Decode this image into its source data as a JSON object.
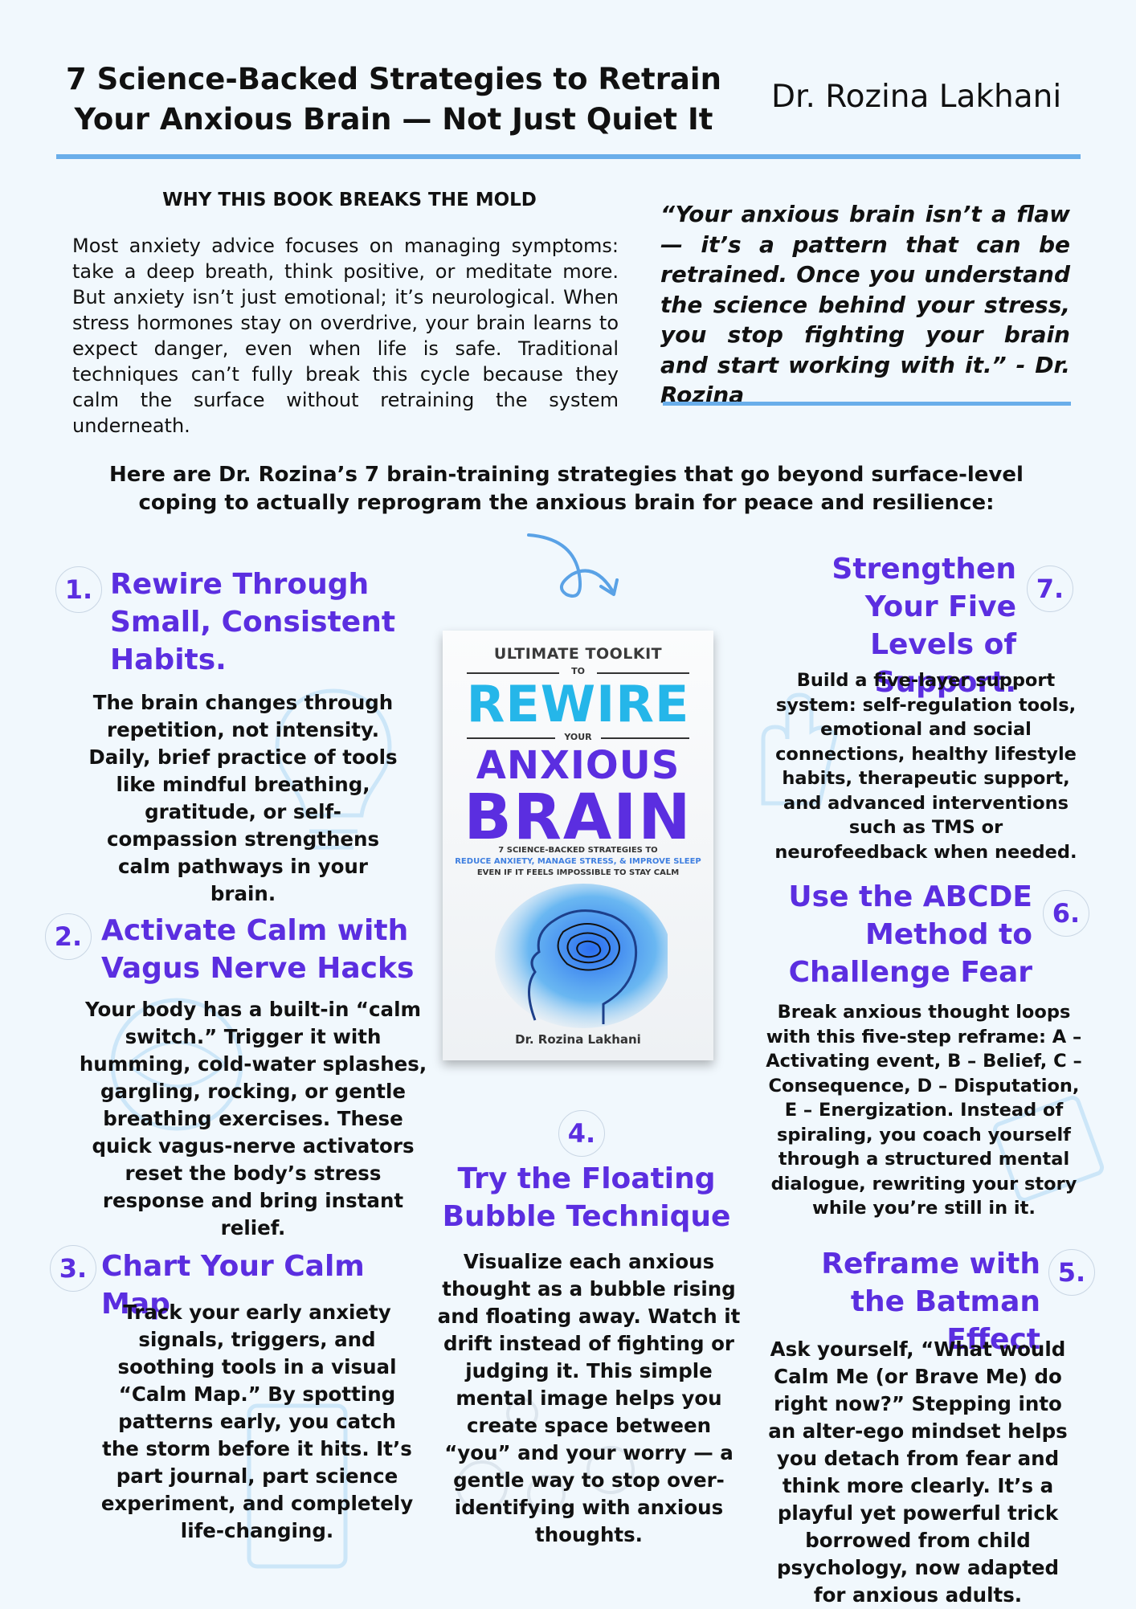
{
  "header": {
    "title": "7 Science-Backed Strategies to Retrain Your Anxious Brain — Not Just Quiet It",
    "author": "Dr. Rozina Lakhani"
  },
  "why": {
    "heading": "WHY THIS BOOK BREAKS THE MOLD",
    "body": "Most anxiety advice focuses on managing symptoms: take a deep breath, think positive, or meditate more. But anxiety isn’t just emotional; it’s neurological. When stress hormones stay on overdrive, your brain learns to expect danger, even when life is safe. Traditional techniques can’t fully break this cycle because they calm the surface without retraining the system underneath."
  },
  "quote": {
    "text": "“Your anxious brain isn’t a flaw — it’s a pattern that can be retrained. Once you understand the science behind your stress, you stop fighting your brain and start working with it.” - Dr. Rozina"
  },
  "intro": "Here are Dr. Rozina’s 7 brain-training strategies that go beyond surface-level coping to actually reprogram the anxious brain for peace and resilience:",
  "book": {
    "toolkit": "ULTIMATE TOOLKIT",
    "to": "TO",
    "rewire": "REWIRE",
    "your": "YOUR",
    "anxious": "ANXIOUS",
    "brain": "BRAIN",
    "sub1": "7 SCIENCE-BACKED STRATEGIES TO",
    "sub2": "REDUCE ANXIETY, MANAGE STRESS, & IMPROVE SLEEP",
    "sub3": "EVEN IF IT FEELS IMPOSSIBLE TO STAY CALM",
    "author": "Dr. Rozina Lakhani"
  },
  "strategies": {
    "s1": {
      "num": "1.",
      "title": "Rewire Through Small, Consistent Habits.",
      "body": "The brain changes through repetition, not intensity. Daily, brief practice of tools like mindful breathing, gratitude, or self-compassion strengthens calm pathways in your brain."
    },
    "s2": {
      "num": "2.",
      "title": "Activate Calm with Vagus Nerve Hacks",
      "body": "Your body has a built-in “calm switch.” Trigger it with humming, cold-water splashes, gargling, rocking, or gentle breathing exercises. These quick vagus-nerve activators reset the body’s stress response and bring instant relief."
    },
    "s3": {
      "num": "3.",
      "title": "Chart Your Calm Map",
      "body": "Track your early anxiety signals, triggers, and soothing tools in a visual “Calm Map.” By spotting patterns early, you catch the storm before it hits. It’s part journal, part science experiment, and completely life-changing."
    },
    "s4": {
      "num": "4.",
      "title": "Try the Floating Bubble Technique",
      "body": "Visualize each anxious thought as a bubble rising and floating away. Watch it drift instead of fighting or judging it. This simple mental image helps you create space between “you” and your worry — a gentle way to stop over-identifying with anxious thoughts."
    },
    "s5": {
      "num": "5.",
      "title": "Reframe with the Batman Effect",
      "body": "Ask yourself, “What would Calm Me (or Brave Me) do right now?” Stepping into an alter-ego mindset helps you detach from fear and think more clearly. It’s a playful yet powerful trick borrowed from child psychology,  now adapted for anxious adults."
    },
    "s6": {
      "num": "6.",
      "title": "Use the ABCDE Method to Challenge Fear",
      "body": "Break anxious thought loops with this five-step reframe: A – Activating event, B – Belief, C – Consequence, D – Disputation, E – Energization. Instead of spiraling, you coach yourself through a structured mental dialogue, rewriting your story while you’re still in it."
    },
    "s7": {
      "num": "7.",
      "title": "Strengthen Your Five Levels of Support.",
      "body": "Build a five-layer support system: self-regulation tools, emotional and social connections, healthy lifestyle habits, therapeutic support, and advanced interventions such as TMS or neurofeedback when needed."
    }
  },
  "colors": {
    "accent": "#5b2ee0",
    "rule": "#6aaeea",
    "rewire": "#25b6e9",
    "background": "#f1f8fd"
  }
}
